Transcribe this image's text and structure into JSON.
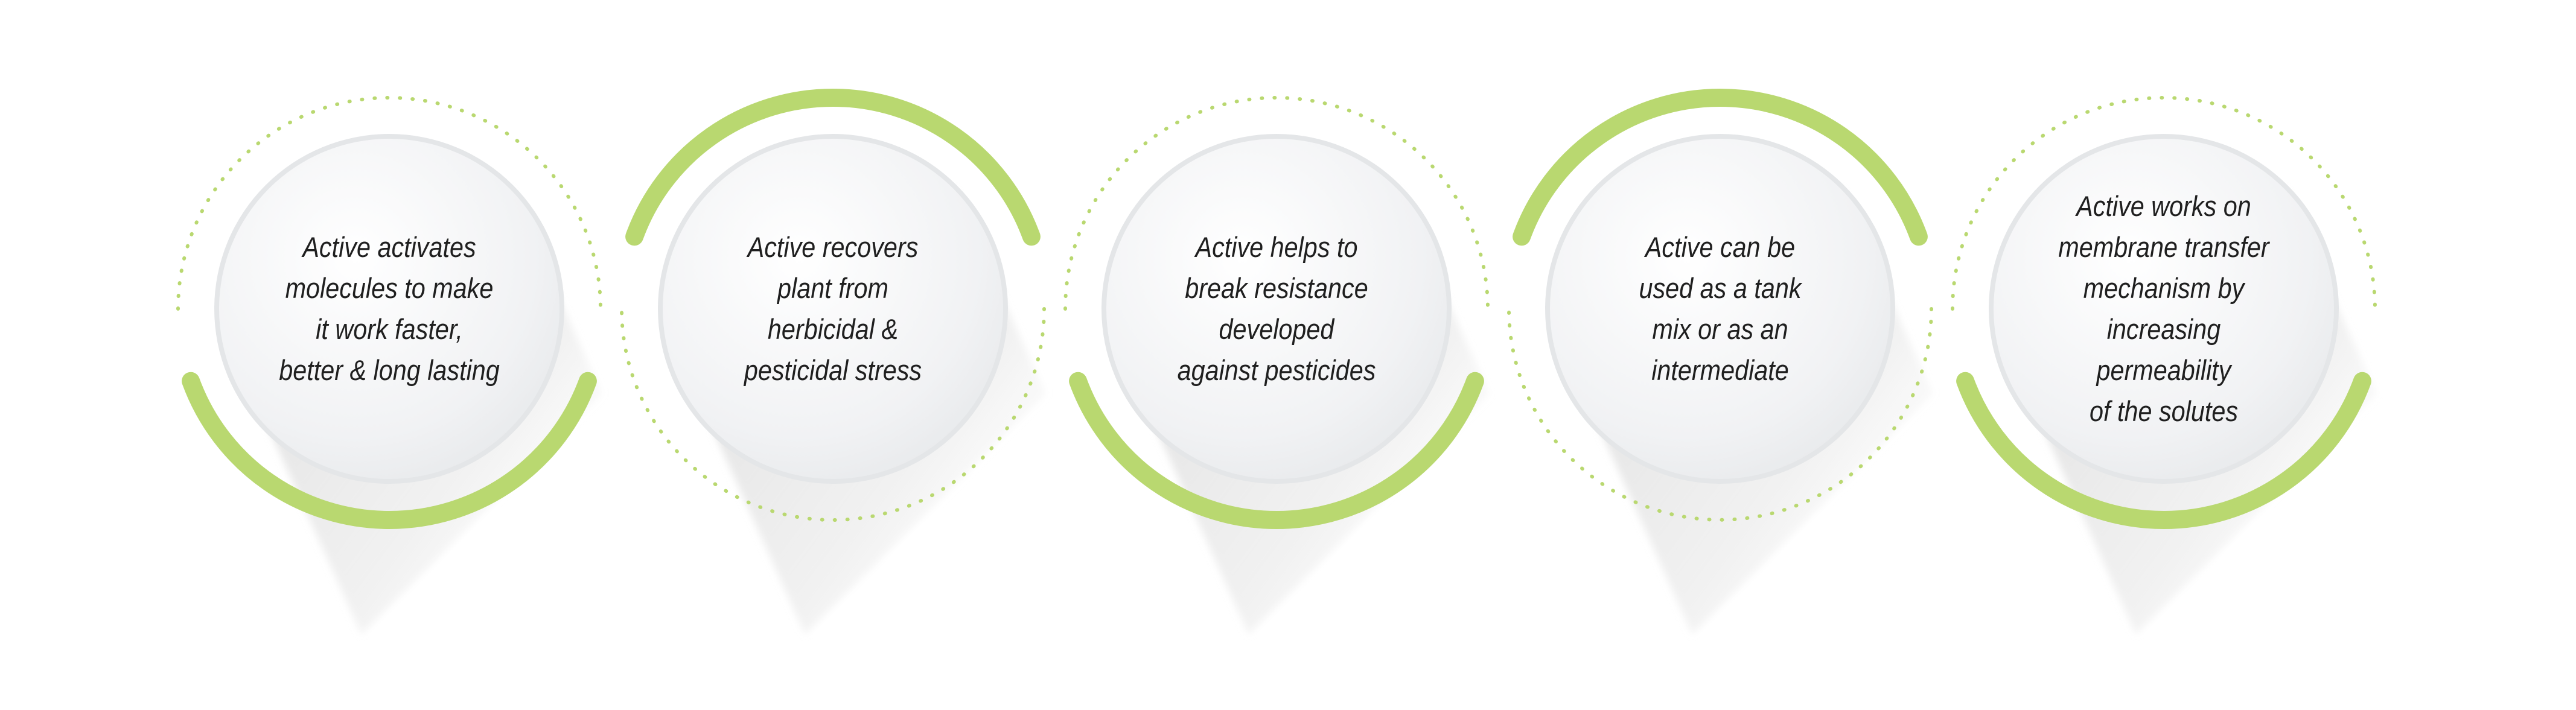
{
  "diagram": {
    "accent_color": "#b9d870",
    "dotted_color": "#b9d870",
    "circle_face_color": "#f2f3f4",
    "shadow_color": "#dcdcdc",
    "text_color": "#1f1f1f",
    "items": [
      {
        "ring_style": "dotted-top",
        "lines": [
          "Active activates",
          "molecules to make",
          "it work faster,",
          "better & long lasting"
        ]
      },
      {
        "ring_style": "solid-top",
        "lines": [
          "Active recovers",
          "plant from",
          "herbicidal &",
          "pesticidal stress"
        ]
      },
      {
        "ring_style": "dotted-top",
        "lines": [
          "Active helps to",
          "break resistance",
          "developed",
          "against pesticides"
        ]
      },
      {
        "ring_style": "solid-top",
        "lines": [
          "Active can be",
          "used as a tank",
          "mix or as an",
          "intermediate"
        ]
      },
      {
        "ring_style": "dotted-top",
        "lines": [
          "Active works on",
          "membrane transfer",
          "mechanism by",
          "increasing",
          "permeability",
          "of the solutes"
        ]
      }
    ]
  }
}
